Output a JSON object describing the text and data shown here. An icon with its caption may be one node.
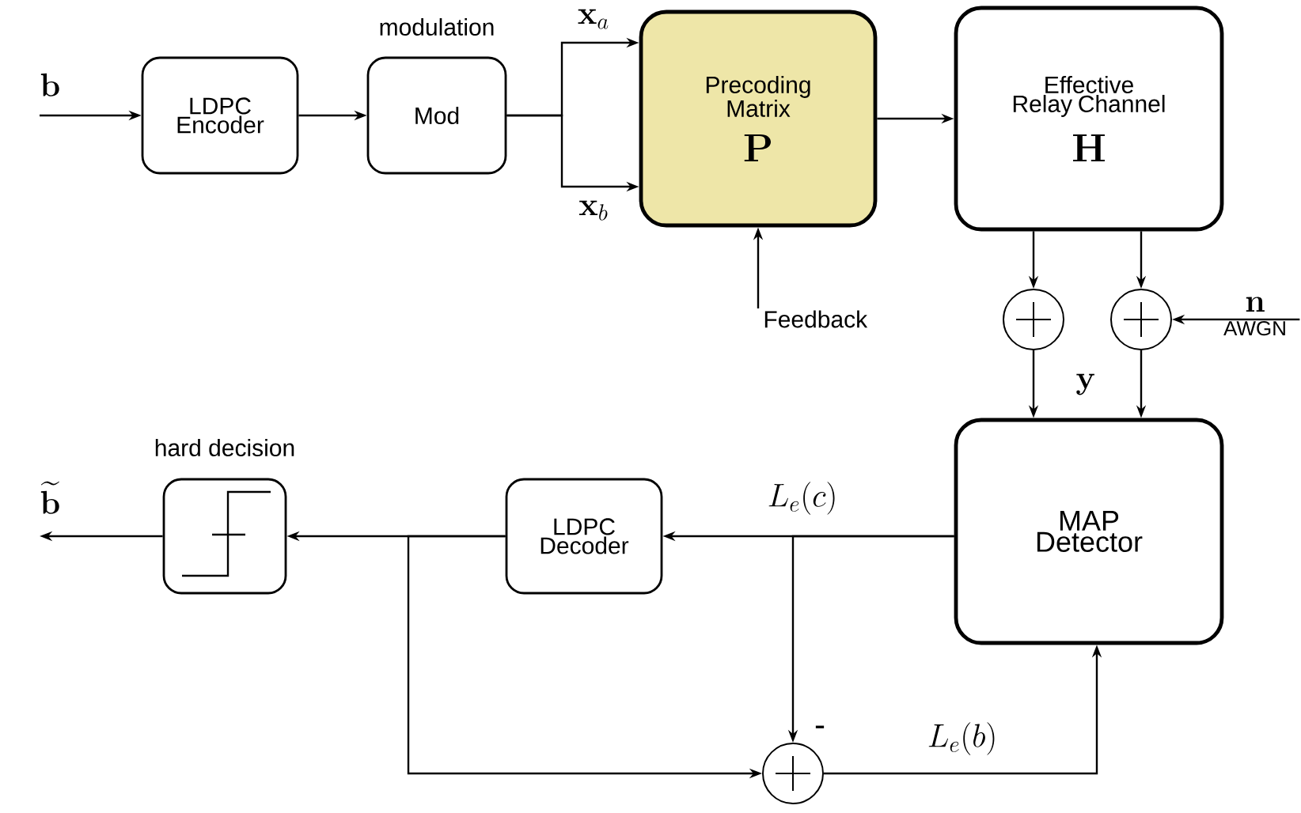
{
  "diagram": {
    "nodes": [
      {
        "text": [
          "\\mathbf{b}"
        ]
      },
      {
        "text": [
          "LDPC Encoder"
        ]
      },
      {
        "text": [
          "Mod"
        ],
        "beside": [
          "modulation"
        ]
      },
      {
        "text": [
          "Precoding Matrix",
          "\\mathbf{P}"
        ]
      },
      {
        "text": [
          "Effective Relay Channel",
          "\\mathbf{H}"
        ]
      },
      {
        "text": [
          "Feedback"
        ]
      },
      {
        "text": [],
        "shape": "circle"
      },
      {
        "text": [],
        "shape": "circle"
      },
      {
        "text": [
          "\\mathbf{n}",
          "AWGN"
        ]
      },
      {
        "text": [
          "MAP Detector"
        ]
      },
      {
        "text": [
          "LDPC Decoder"
        ]
      },
      {
        "text": [],
        "shape": "box",
        "beside": [
          "hard decision"
        ]
      },
      {
        "text": [
          "\\widetilde{\\mathbf{b}}"
        ]
      },
      {
        "text": [],
        "shape": "circle",
        "beside": [
          "-"
        ]
      }
    ],
    "edges": [
      {
        "from": 0,
        "to": 1,
        "arrow": "to"
      },
      {
        "from": 1,
        "to": 2,
        "arrow": "to"
      },
      {
        "from": 2,
        "to": 3,
        "arrow": "to",
        "label": "\\mathbf{x}_a"
      },
      {
        "from": 2,
        "to": 3,
        "arrow": "to",
        "label": "\\mathbf{x}_b"
      },
      {
        "from": 3,
        "to": 4,
        "arrow": "to"
      },
      {
        "from": 5,
        "to": 3,
        "arrow": "to"
      },
      {
        "from": 4,
        "to": 6,
        "arrow": "to"
      },
      {
        "from": 4,
        "to": 7,
        "arrow": "to"
      },
      {
        "from": 8,
        "to": 7,
        "arrow": "to"
      },
      {
        "from": 6,
        "to": 9,
        "arrow": "to"
      },
      {
        "from": 7,
        "to": 9,
        "arrow": "to"
      },
      {
        "from": 9,
        "to": 10,
        "arrow": "to",
        "label": "L_e(c)"
      },
      {
        "from": 9,
        "to": 13,
        "arrow": "to"
      },
      {
        "from": 10,
        "to": 11,
        "arrow": "to"
      },
      {
        "from": 10,
        "to": 13,
        "arrow": "to"
      },
      {
        "from": 11,
        "to": 12,
        "arrow": "to"
      },
      {
        "from": 13,
        "to": 9,
        "arrow": "to",
        "label": "L_e(b)"
      }
    ],
    "labels": [
      "\\mathbf{y}"
    ]
  }
}
